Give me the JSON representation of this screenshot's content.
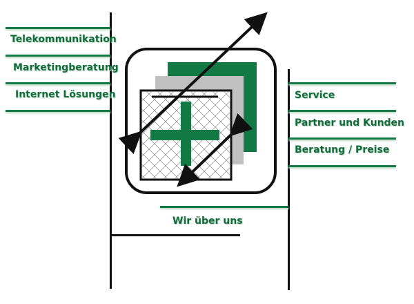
{
  "left_menu": [
    {
      "label": "Telekommunikation"
    },
    {
      "label": "Marketingberatung"
    },
    {
      "label": "Internet Lösungen"
    }
  ],
  "right_menu": [
    {
      "label": "Service"
    },
    {
      "label": "Partner und Kunden"
    },
    {
      "label": "Beratung / Preise"
    }
  ],
  "bottom_menu": {
    "label": "Wir über uns"
  },
  "colors": {
    "accent": "#137a45",
    "line": "#111111",
    "gray": "#c0c0c0"
  }
}
